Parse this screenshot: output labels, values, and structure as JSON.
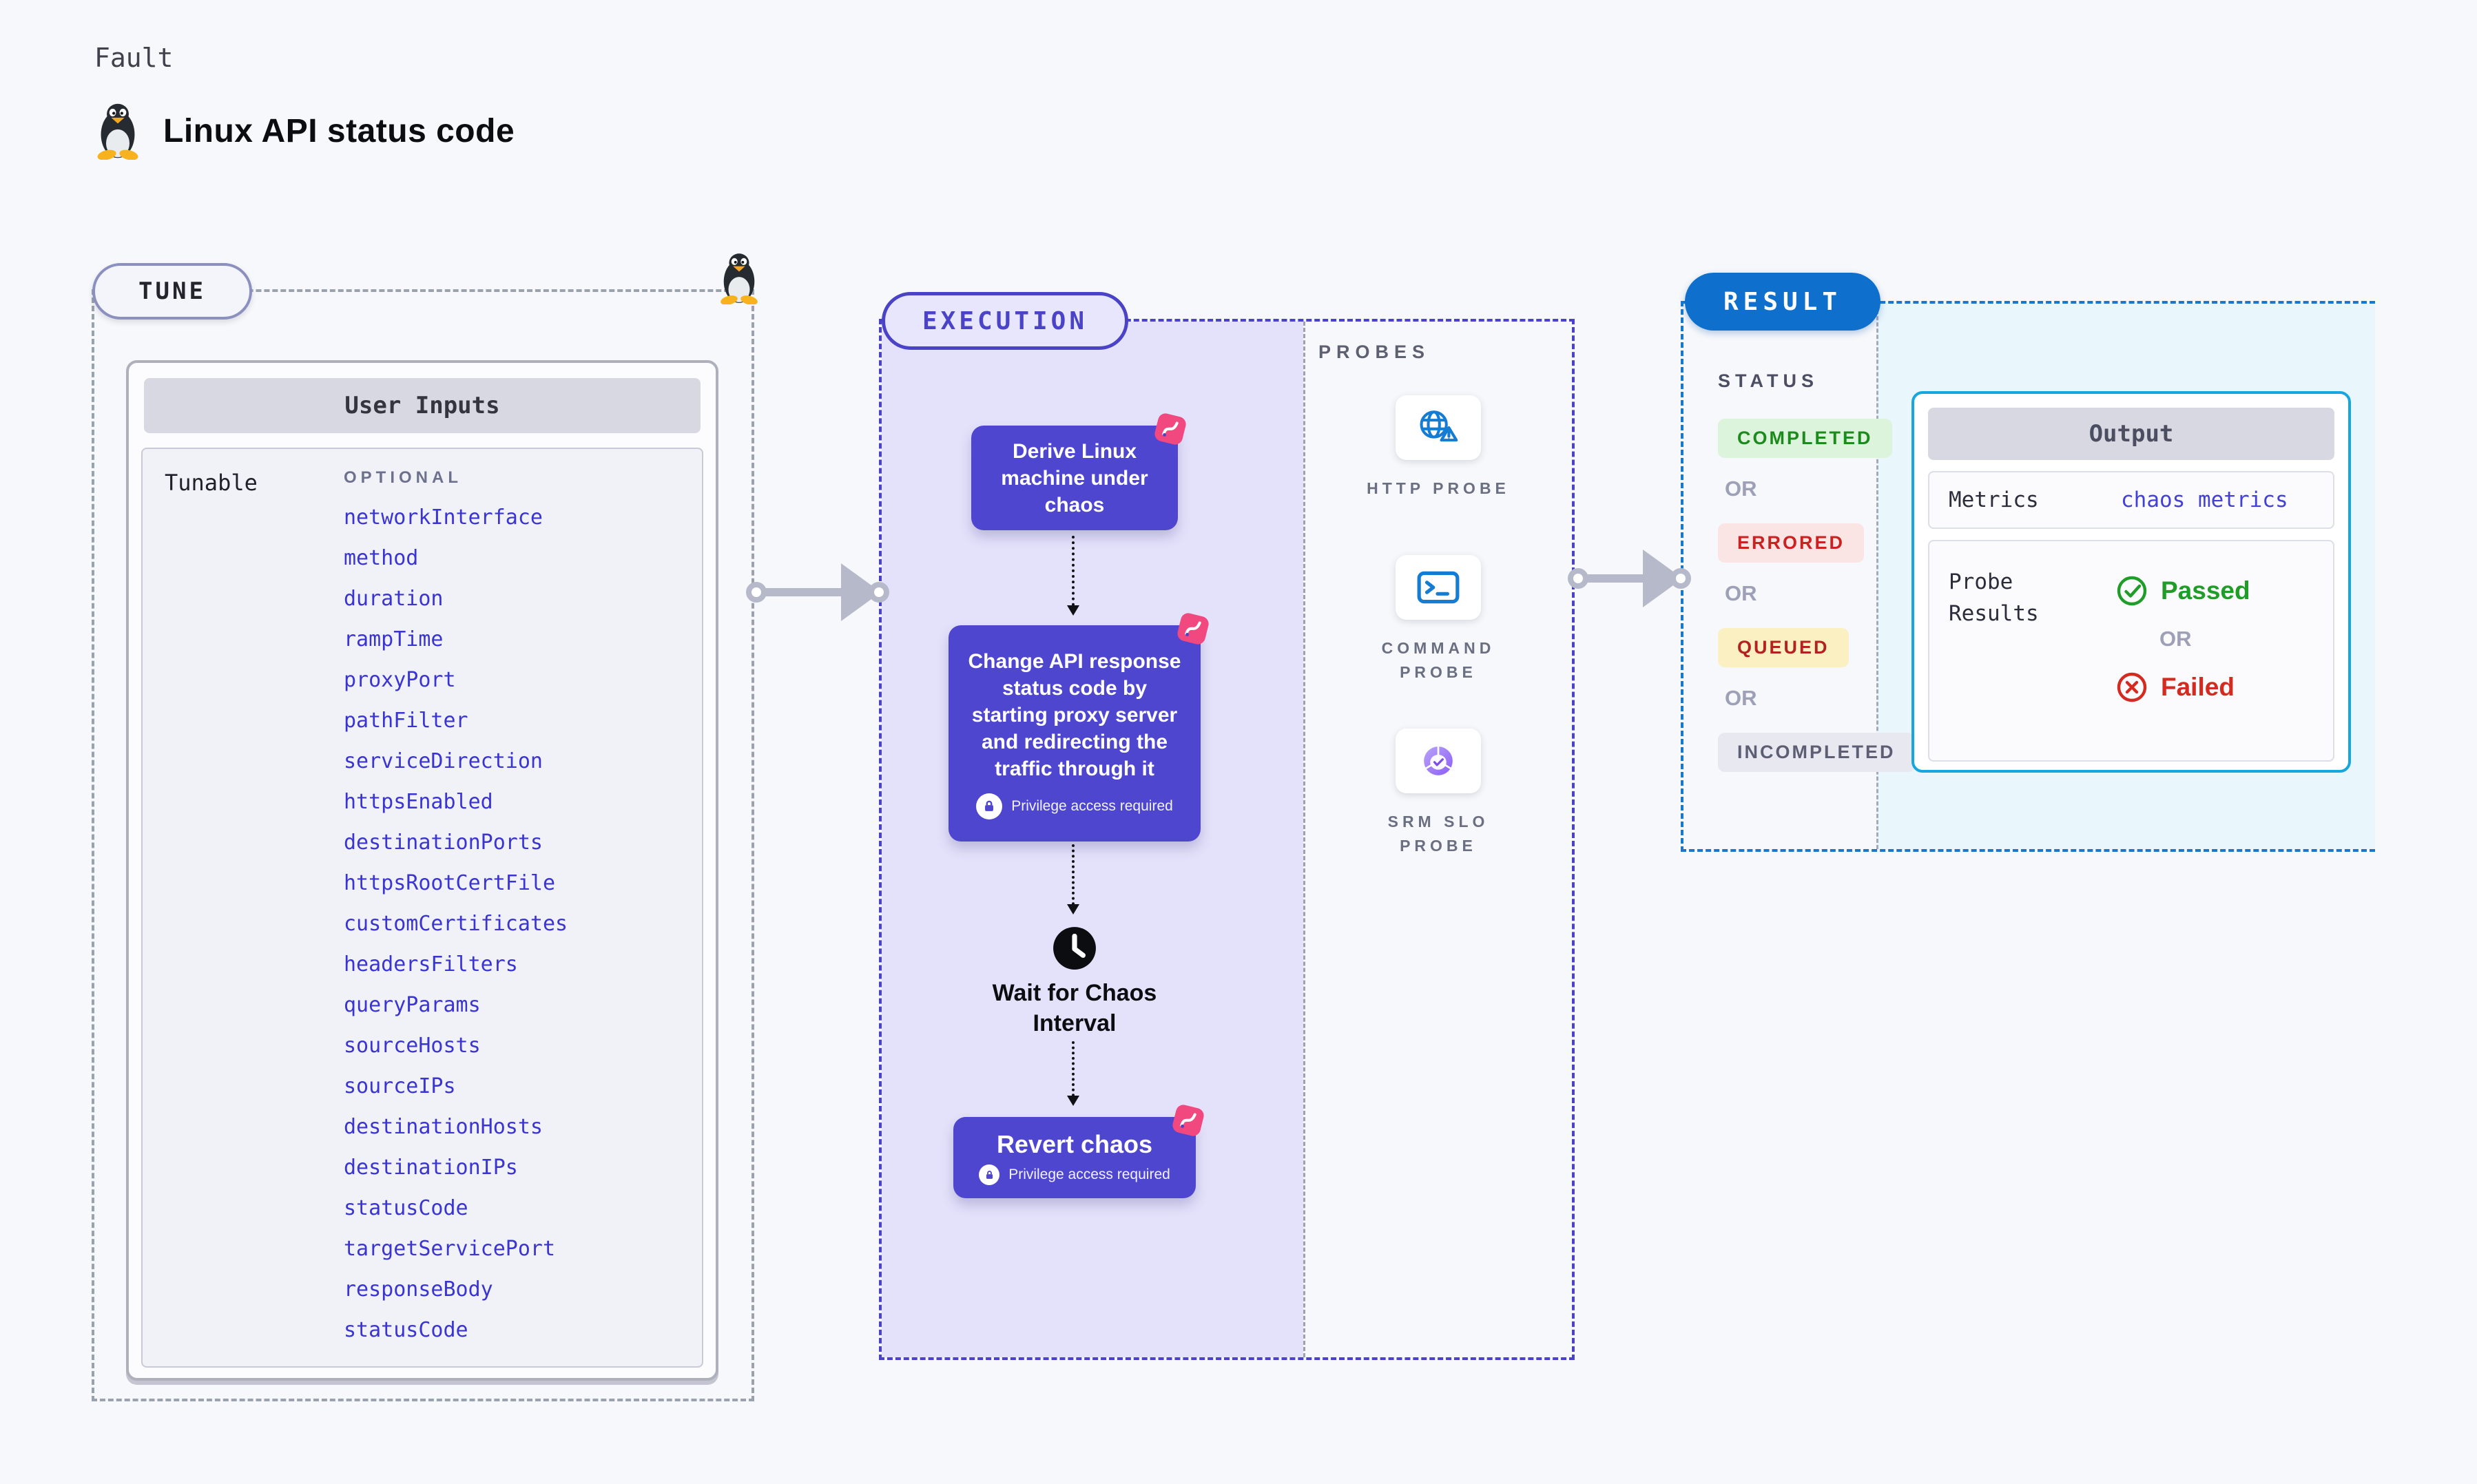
{
  "header": {
    "kicker": "Fault",
    "title": "Linux API status code",
    "icon": "tux-icon"
  },
  "tune": {
    "badge": "TUNE",
    "inputs_card": {
      "title": "User Inputs",
      "row_label": "Tunable",
      "column_header": "OPTIONAL",
      "tunables": [
        "networkInterface",
        "method",
        "duration",
        "rampTime",
        "proxyPort",
        "pathFilter",
        "serviceDirection",
        "httpsEnabled",
        "destinationPorts",
        "httpsRootCertFile",
        "customCertificates",
        "headersFilters",
        "queryParams",
        "sourceHosts",
        "sourceIPs",
        "destinationHosts",
        "destinationIPs",
        "statusCode",
        "targetServicePort",
        "responseBody",
        "statusCode"
      ]
    }
  },
  "execution": {
    "badge": "EXECUTION",
    "privilege_note": "Privilege access required",
    "steps": {
      "derive": "Derive Linux machine under chaos",
      "inject": "Change API response status code by starting proxy server and redirecting the traffic through it",
      "wait": "Wait for Chaos Interval",
      "revert": "Revert chaos"
    }
  },
  "probes": {
    "label": "PROBES",
    "items": [
      {
        "label": "HTTP PROBE",
        "icon": "globe-alert-icon"
      },
      {
        "label": "COMMAND PROBE",
        "icon": "terminal-icon"
      },
      {
        "label": "SRM SLO PROBE",
        "icon": "slo-gauge-icon"
      }
    ]
  },
  "result": {
    "badge": "RESULT",
    "status_heading": "STATUS",
    "or_label": "OR",
    "statuses": [
      {
        "label": "COMPLETED",
        "fg": "#1d8a1d",
        "bg": "#dcf3dc"
      },
      {
        "label": "ERRORED",
        "fg": "#cb2121",
        "bg": "#fbe4e4"
      },
      {
        "label": "QUEUED",
        "fg": "#b42121",
        "bg": "#fbf0c2"
      },
      {
        "label": "INCOMPLETED",
        "fg": "#5c5f73",
        "bg": "#e8e8f0"
      }
    ],
    "output": {
      "title": "Output",
      "metrics_label": "Metrics",
      "metrics_value": "chaos metrics",
      "probe_results_label": "Probe Results",
      "passed": "Passed",
      "failed": "Failed"
    }
  },
  "colors": {
    "page_bg": "#f7f8fb",
    "accent_indigo": "#4a43c8",
    "node_indigo": "#4f46d0",
    "lavender_fill": "#e4e2fa",
    "result_blue_border": "#1878cf",
    "result_pill_blue": "#0f6fcd",
    "output_cyan_border": "#17a6de",
    "cyan_fill": "#e9f6fc",
    "link_blue": "#3a34d2",
    "chaos_pink": "#f0487f",
    "passed_green": "#1f9d28",
    "failed_red": "#d42a20",
    "probe_icon_blue": "#147cd3"
  }
}
